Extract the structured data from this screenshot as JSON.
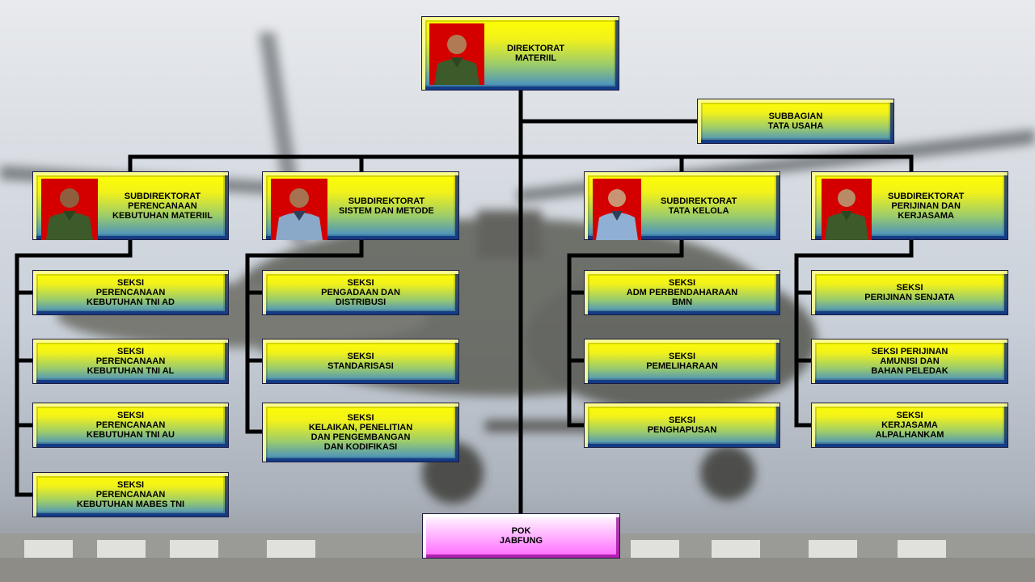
{
  "colors": {
    "box_top": "#ffff00",
    "box_bottom": "#3a86d0",
    "pok_box": "#ff66ff",
    "photo_bg": "#d40000",
    "connector": "#000000"
  },
  "top": {
    "label": "DIREKTORAT\nMATERIIL"
  },
  "admin": {
    "label": "SUBBAGIAN\nTATA USAHA"
  },
  "pok": {
    "label": "POK\nJABFUNG"
  },
  "subdirs": [
    {
      "label": "SUBDIREKTORAT\nPERENCANAAN\nKEBUTUHAN MATERIIL",
      "uniform": "army"
    },
    {
      "label": "SUBDIREKTORAT\nSISTEM DAN METODE",
      "uniform": "airforce"
    },
    {
      "label": "SUBDIREKTORAT\nTATA KELOLA",
      "uniform": "airforce"
    },
    {
      "label": "SUBDIREKTORAT\nPERIJINAN DAN\nKERJASAMA",
      "uniform": "army"
    }
  ],
  "sections": {
    "col1": [
      "SEKSI\nPERENCANAAN\nKEBUTUHAN TNI AD",
      "SEKSI\nPERENCANAAN\nKEBUTUHAN TNI AL",
      "SEKSI\nPERENCANAAN\nKEBUTUHAN TNI AU",
      "SEKSI\nPERENCANAAN\nKEBUTUHAN MABES TNI"
    ],
    "col2": [
      "SEKSI\nPENGADAAN DAN\nDISTRIBUSI",
      "SEKSI\nSTANDARISASI",
      "SEKSI\nKELAIKAN, PENELITIAN\nDAN PENGEMBANGAN\nDAN KODIFIKASI"
    ],
    "col3": [
      "SEKSI\nADM PERBENDAHARAAN\nBMN",
      "SEKSI\nPEMELIHARAAN",
      "SEKSI\nPENGHAPUSAN"
    ],
    "col4": [
      "SEKSI\nPERIJINAN SENJATA",
      "SEKSI PERIJINAN\nAMUNISI DAN\nBAHAN PELEDAK",
      "SEKSI\nKERJASAMA\nALPALHANKAM"
    ]
  }
}
